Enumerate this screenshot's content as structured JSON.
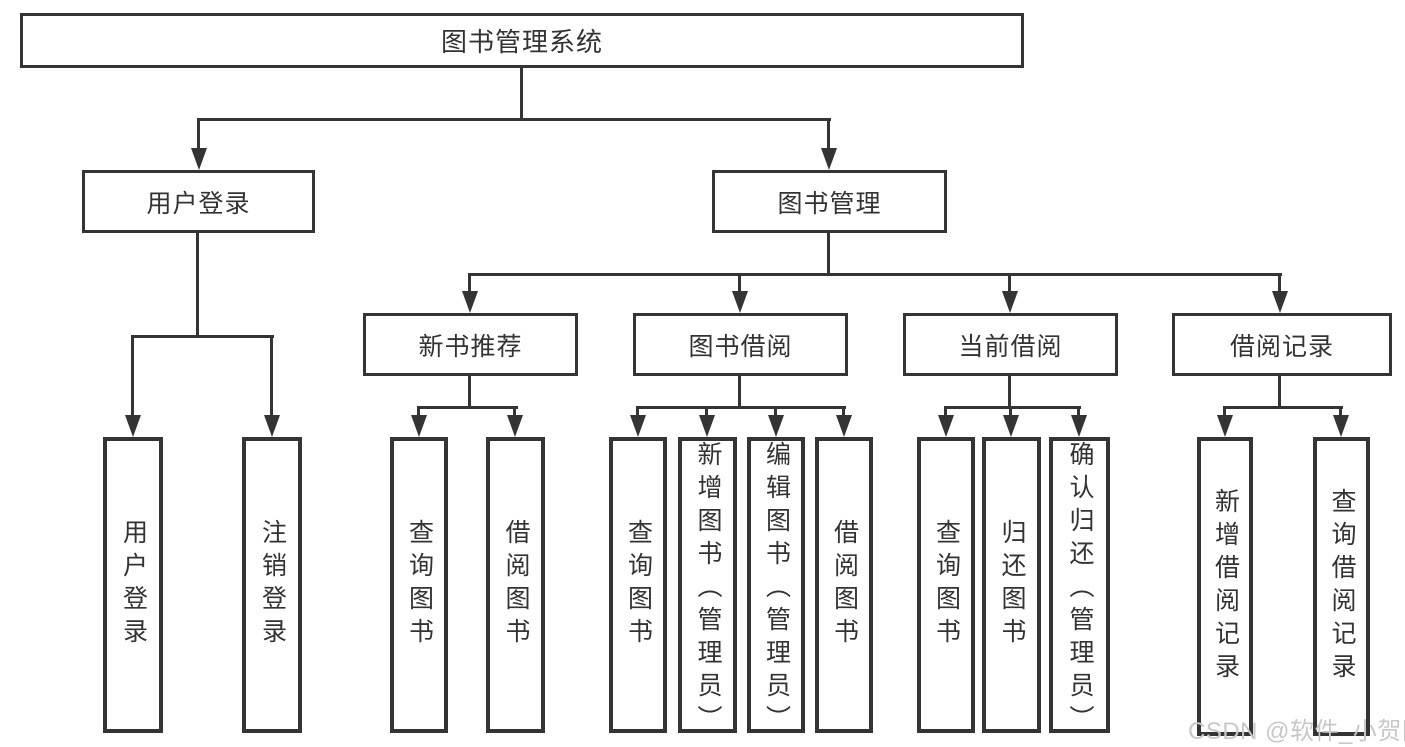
{
  "colors": {
    "line": "#343434",
    "text": "#333333",
    "box_background": "#ffffff",
    "page_background": "#ffffff",
    "watermark": "#c8c8c8"
  },
  "watermark": {
    "text": "CSDN @软件_小贺同学"
  },
  "tree": {
    "label": "图书管理系统",
    "children": [
      {
        "label": "用户登录",
        "children": [
          {
            "label": "用户登录"
          },
          {
            "label": "注销登录"
          }
        ]
      },
      {
        "label": "图书管理",
        "children": [
          {
            "label": "新书推荐",
            "children": [
              {
                "label": "查询图书"
              },
              {
                "label": "借阅图书"
              }
            ]
          },
          {
            "label": "图书借阅",
            "children": [
              {
                "label": "查询图书"
              },
              {
                "label": "新增图书（管理员）"
              },
              {
                "label": "编辑图书（管理员）"
              },
              {
                "label": "借阅图书"
              }
            ]
          },
          {
            "label": "当前借阅",
            "children": [
              {
                "label": "查询图书"
              },
              {
                "label": "归还图书"
              },
              {
                "label": "确认归还（管理员）"
              }
            ]
          },
          {
            "label": "借阅记录",
            "children": [
              {
                "label": "新增借阅记录"
              },
              {
                "label": "查询借阅记录"
              }
            ]
          }
        ]
      }
    ]
  }
}
